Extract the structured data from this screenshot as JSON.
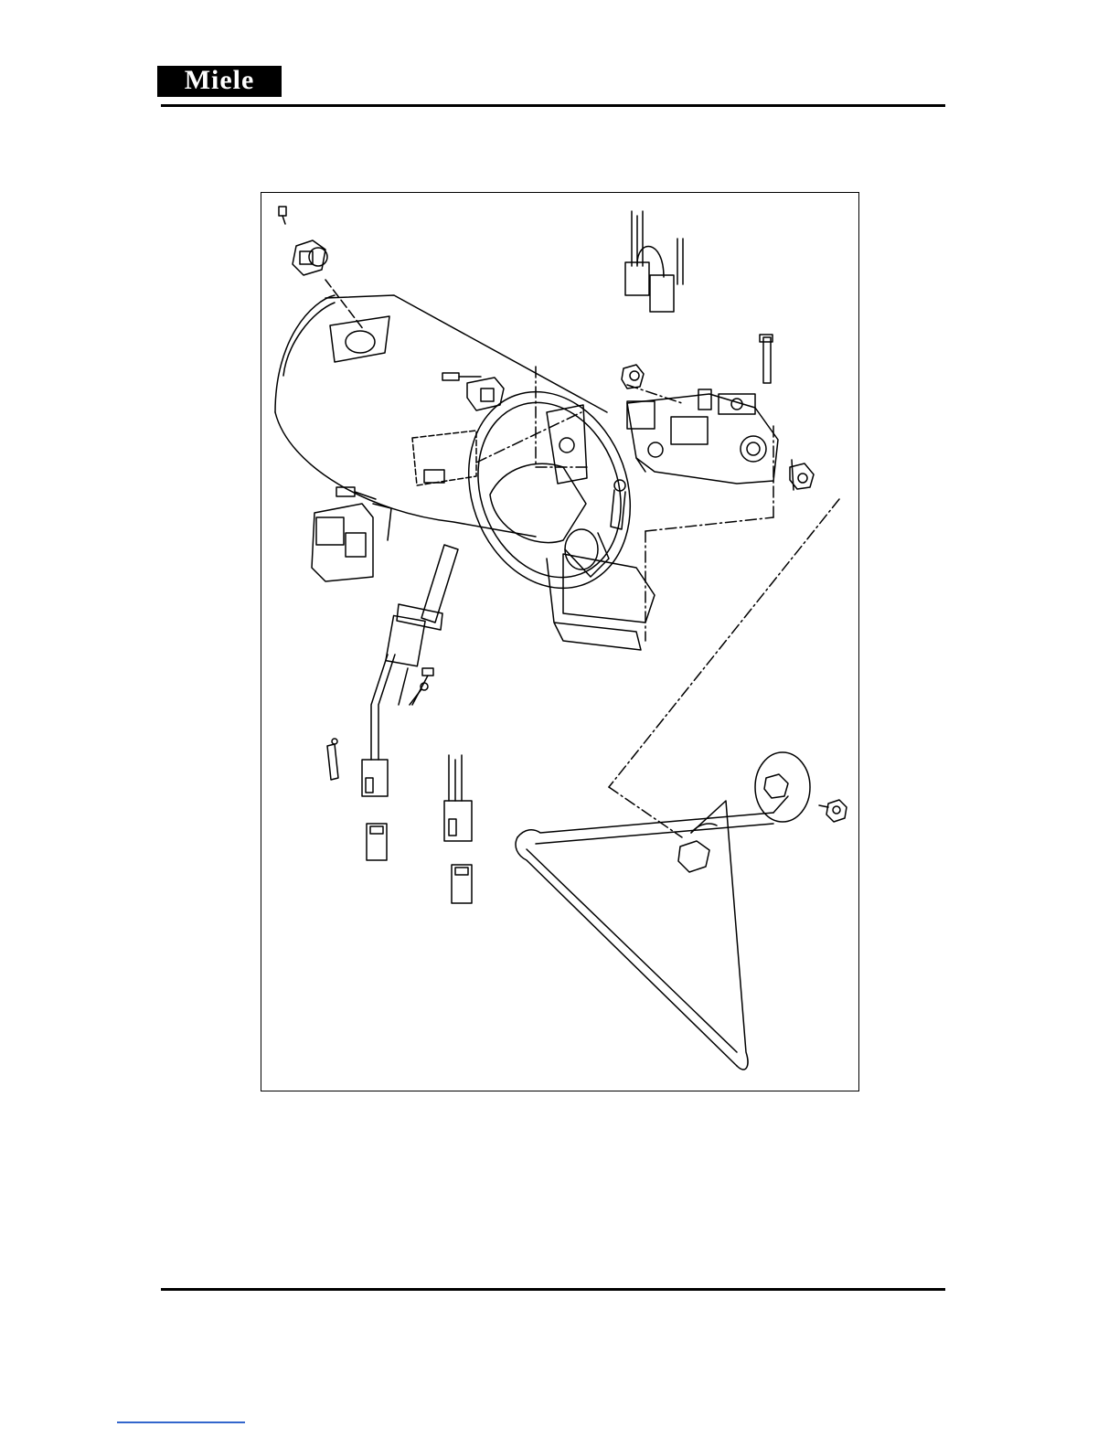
{
  "header": {
    "logo_text": "Miele"
  },
  "figure": {
    "description_icons": [
      "cylinder-burner-housing",
      "gas-valve",
      "igniter",
      "connector",
      "gas-tube",
      "screw"
    ]
  }
}
